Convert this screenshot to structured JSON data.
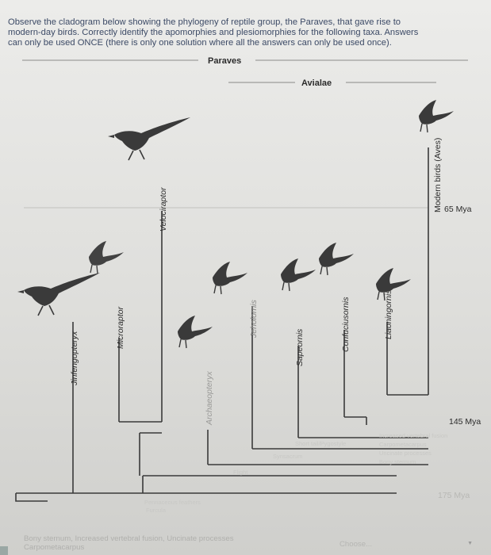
{
  "question": {
    "lines": [
      "Observe the cladogram below showing the phylogeny of reptile group, the Paraves, that gave rise to",
      "modern-day birds. Correctly identify the apomorphies and plesiomorphies for the following taxa. Answers",
      "can only be used ONCE (there is only one solution where all the answers can only be used once)."
    ]
  },
  "cladogram": {
    "clade_labels": {
      "paraves": "Paraves",
      "avialae": "Avialae"
    },
    "taxa": [
      "Jinfengopteryx",
      "Microraptor",
      "Velociraptor",
      "Archaeopteryx",
      "Jeholornis",
      "Sapeornis",
      "Confuciusornis",
      "Liaoningornis",
      "Modern birds (Aves)"
    ],
    "time_marks": [
      "65 Mya",
      "145 Mya",
      "175 Mya"
    ],
    "character_labels": [
      "Increased vertebral fusion",
      "Carpometacarpus",
      "Uncinate processes",
      "Bony sternum",
      "Short tail/Pygostyle",
      "Synsacrum",
      "Pennaceous feathers",
      "Flight",
      "Furcula"
    ],
    "icons": [
      "feathered-dinosaur-icon",
      "bird-silhouette-icon"
    ],
    "colors": {
      "line": "#3a3a3a",
      "faded_text": "#c8c8c5",
      "label": "#2b2b2b"
    }
  },
  "answer": {
    "label_lines": [
      "Bony sternum, Increased vertebral fusion, Uncinate processes",
      "Carpometacarpus"
    ],
    "select_value": "Choose..."
  }
}
